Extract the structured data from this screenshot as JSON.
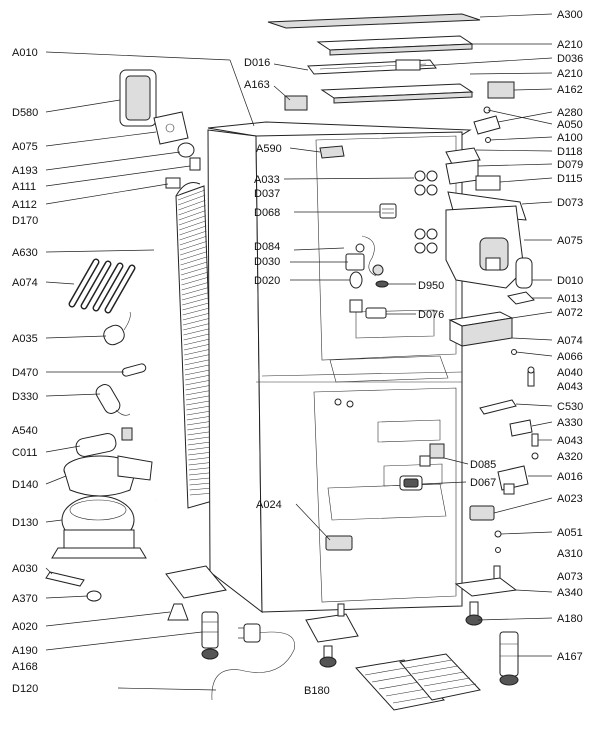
{
  "labels": {
    "right": [
      "A300",
      "A210",
      "D036",
      "A210",
      "A162",
      "A280",
      "A050",
      "A100",
      "D118",
      "D079",
      "D115",
      "D073",
      "A075",
      "D010",
      "A013",
      "A072",
      "A074",
      "A066",
      "A040",
      "A043",
      "C530",
      "A330",
      "A043",
      "A320",
      "A016",
      "A023",
      "A051",
      "A310",
      "A073",
      "A340",
      "A180",
      "A167"
    ],
    "left": [
      "A010",
      "D580",
      "A075",
      "A193",
      "A111",
      "A112",
      "D170",
      "A630",
      "A074",
      "A035",
      "D470",
      "D330",
      "A540",
      "C011",
      "D140",
      "D130",
      "A030",
      "A370",
      "A020",
      "A190",
      "A168",
      "D120"
    ],
    "inner": [
      "D016",
      "A163",
      "A590",
      "A033",
      "D037",
      "D068",
      "D084",
      "D030",
      "D020",
      "D950",
      "D076",
      "D085",
      "D067",
      "A024",
      "B180"
    ]
  }
}
